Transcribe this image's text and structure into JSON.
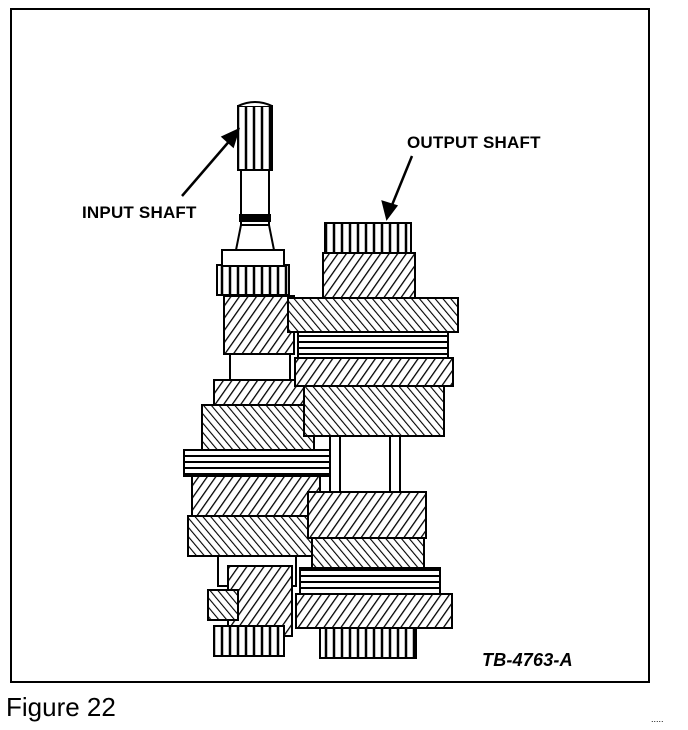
{
  "labels": {
    "input_shaft": "INPUT SHAFT",
    "output_shaft": "OUTPUT SHAFT",
    "reference_code": "TB-4763-A"
  },
  "caption": "Figure 22",
  "page_mark": ".....",
  "colors": {
    "ink": "#000000",
    "paper": "#ffffff"
  }
}
